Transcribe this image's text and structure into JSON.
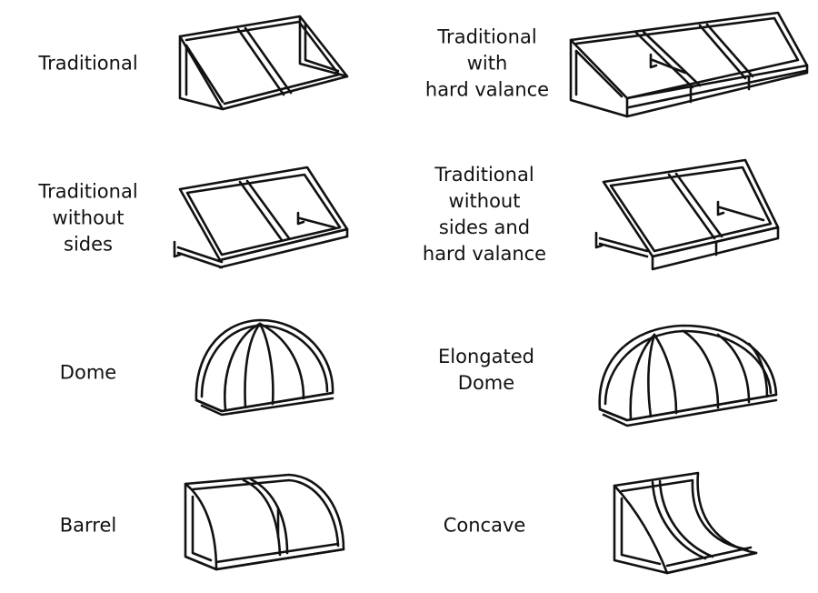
{
  "awnings": [
    {
      "key": "traditional",
      "lines": [
        "Traditional"
      ]
    },
    {
      "key": "traditional-hard-valance",
      "lines": [
        "Traditional",
        "with",
        "hard valance"
      ]
    },
    {
      "key": "traditional-without-sides",
      "lines": [
        "Traditional",
        "without",
        "sides"
      ]
    },
    {
      "key": "traditional-without-sides-hard-valance",
      "lines": [
        "Traditional",
        "without",
        "sides and",
        "hard valance"
      ]
    },
    {
      "key": "dome",
      "lines": [
        "Dome"
      ]
    },
    {
      "key": "elongated-dome",
      "lines": [
        "Elongated",
        "Dome"
      ]
    },
    {
      "key": "barrel",
      "lines": [
        "Barrel"
      ]
    },
    {
      "key": "concave",
      "lines": [
        "Concave"
      ]
    }
  ]
}
